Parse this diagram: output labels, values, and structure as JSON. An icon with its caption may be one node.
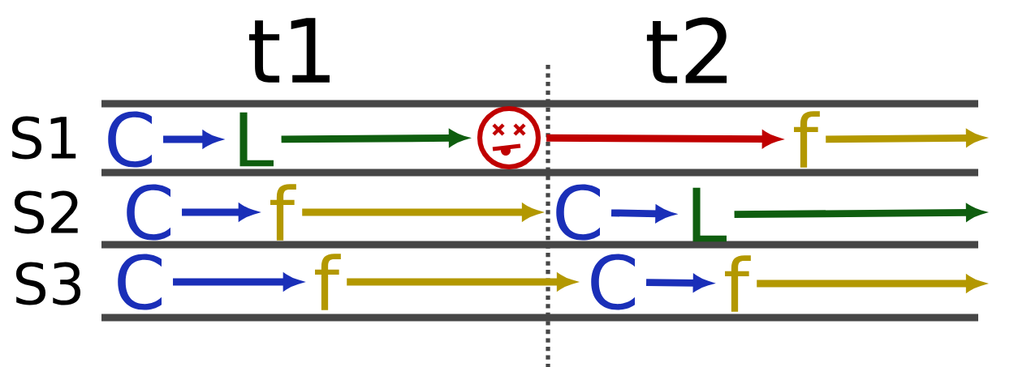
{
  "diagram": {
    "nodes": [
      {
        "text": [
          "C"
        ]
      },
      {
        "text": [
          "L"
        ]
      },
      {
        "text": [],
        "shape": "picture"
      },
      {
        "text": [
          "f"
        ]
      },
      {
        "text": [
          "C"
        ]
      },
      {
        "text": [
          "f"
        ]
      },
      {
        "text": [
          "C"
        ]
      },
      {
        "text": [
          "L"
        ]
      },
      {
        "text": [
          "C"
        ]
      },
      {
        "text": [
          "f"
        ]
      },
      {
        "text": [
          "C"
        ]
      },
      {
        "text": [
          "f"
        ]
      }
    ],
    "edges": [
      {
        "from": 0,
        "to": 1,
        "arrow": "to"
      },
      {
        "from": 1,
        "to": 2,
        "arrow": "to",
        "color": "#0f5e0f"
      },
      {
        "from": 2,
        "to": 3,
        "arrow": "to",
        "color": "#c00000"
      },
      {
        "from": 3,
        "to": null,
        "arrow": "to",
        "color": "#b39800"
      },
      {
        "from": 4,
        "to": 5,
        "arrow": "to"
      },
      {
        "from": 5,
        "to": 6,
        "arrow": "to",
        "color": "#b39800"
      },
      {
        "from": 6,
        "to": 7,
        "arrow": "to"
      },
      {
        "from": 7,
        "to": null,
        "arrow": "to",
        "color": "#0f5e0f"
      },
      {
        "from": 8,
        "to": 9,
        "arrow": "to"
      },
      {
        "from": 9,
        "to": 10,
        "arrow": "to",
        "color": "#b39800"
      },
      {
        "from": 10,
        "to": 11,
        "arrow": "to"
      },
      {
        "from": 11,
        "to": null,
        "arrow": "to",
        "color": "#b39800"
      }
    ],
    "labels": [
      "t1",
      "t2",
      "S1",
      "S2",
      "S3"
    ]
  }
}
